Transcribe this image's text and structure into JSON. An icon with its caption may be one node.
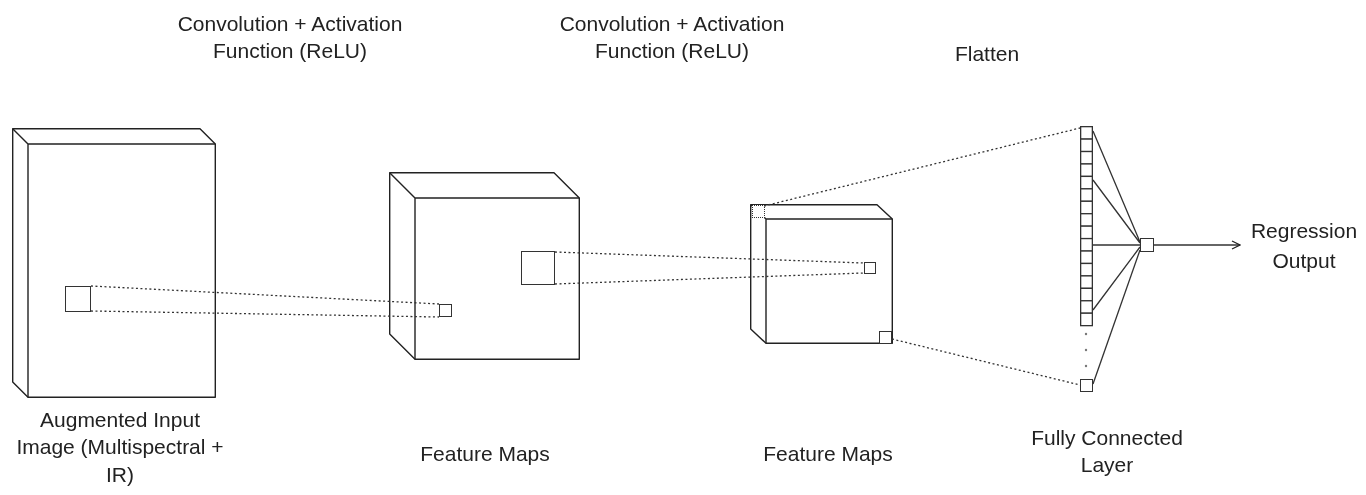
{
  "diagram": {
    "nodes": [
      {
        "text": [],
        "shape": "box",
        "beside": [
          "Augmented Input Image (Multispectral + IR)"
        ]
      },
      {
        "text": [],
        "shape": "box",
        "in": 0
      },
      {
        "text": [],
        "shape": "box"
      },
      {
        "text": [],
        "shape": "box",
        "in": 2
      },
      {
        "text": [],
        "shape": "box",
        "in": 2
      },
      {
        "text": [],
        "shape": "box"
      },
      {
        "text": [],
        "shape": "box",
        "in": 5
      },
      {
        "text": [],
        "shape": "box",
        "in": 5
      },
      {
        "text": [],
        "shape": "box",
        "in": 5
      },
      {
        "text": [],
        "shape": "bar"
      },
      {
        "text": [],
        "shape": "box"
      },
      {
        "text": [],
        "shape": "box"
      },
      {
        "text": [
          "Regression Output"
        ]
      }
    ],
    "edges": [
      {
        "from": 1,
        "to": 3,
        "arrow": "none",
        "style": "dashed"
      },
      {
        "from": 4,
        "to": 6,
        "arrow": "none",
        "style": "dashed"
      },
      {
        "from": 7,
        "to": 9,
        "arrow": "none",
        "style": "dashed"
      },
      {
        "from": 8,
        "to": 10,
        "arrow": "none",
        "style": "dashed"
      },
      {
        "from": 9,
        "to": 11,
        "arrow": "none"
      },
      {
        "from": 10,
        "to": 11,
        "arrow": "none"
      },
      {
        "from": 11,
        "to": 12,
        "arrow": "to"
      }
    ],
    "labels": [
      "Convolution + Activation Function (ReLU)",
      "Convolution + Activation Function (ReLU)",
      "Flatten",
      "Feature Maps",
      "Feature Maps",
      "Fully Connected Layer"
    ]
  }
}
